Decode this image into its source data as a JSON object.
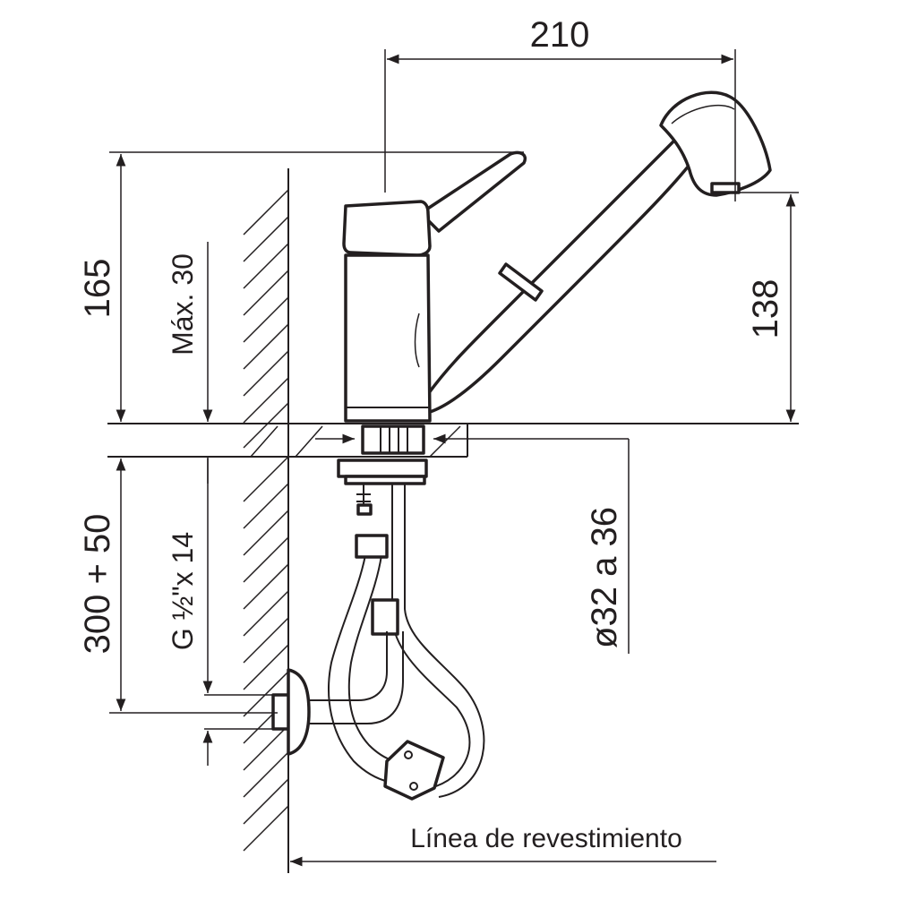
{
  "dimensions": {
    "width": "210",
    "height_total": "165",
    "max_thickness": "Máx. 30",
    "spout_height": "138",
    "hose_length": "300 + 50",
    "thread": "G ½\"x 14",
    "hole_diameter": "ø32 a 36"
  },
  "labels": {
    "wall_line": "Línea de revestimiento"
  },
  "colors": {
    "ink": "#231f20",
    "background": "#ffffff"
  }
}
